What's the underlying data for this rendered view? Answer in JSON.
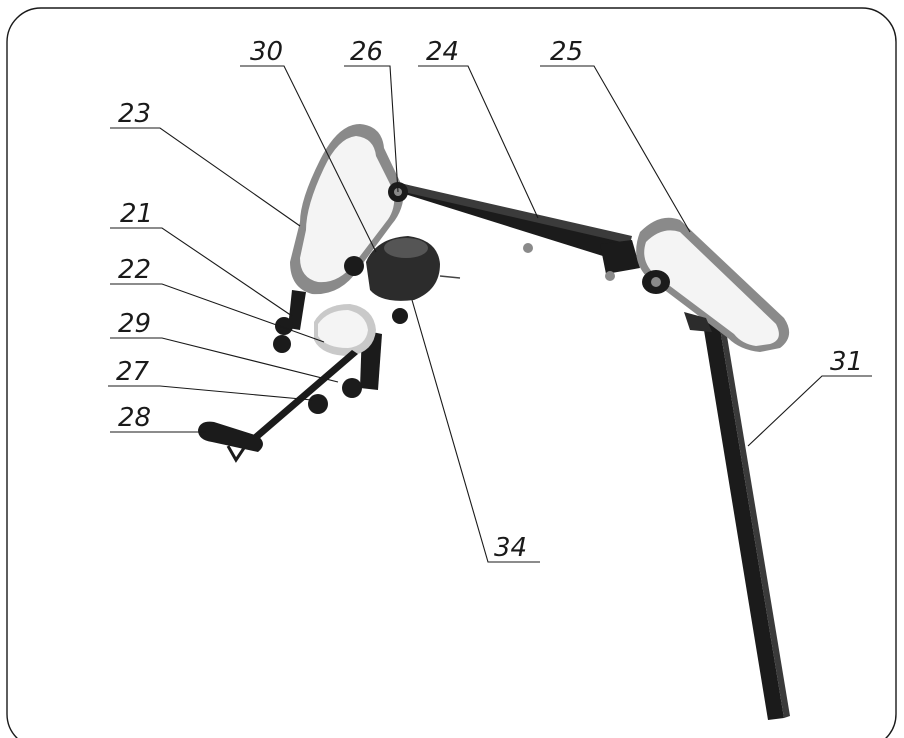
{
  "labels": {
    "l30": "30",
    "l26": "26",
    "l24": "24",
    "l25": "25",
    "l23": "23",
    "l21": "21",
    "l22": "22",
    "l29": "29",
    "l27": "27",
    "l28": "28",
    "l34": "34",
    "l31": "31"
  }
}
